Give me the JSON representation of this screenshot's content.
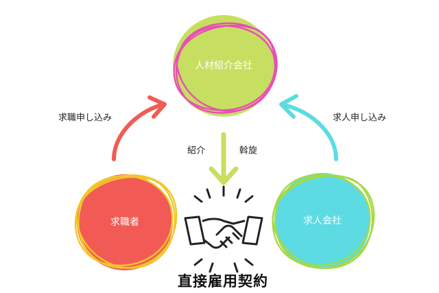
{
  "nodes": {
    "agency": {
      "label": "人材紹介会社",
      "fill": "#c6df60",
      "scribble": "#e84fb5"
    },
    "job_seeker": {
      "label": "求職者",
      "fill": "#f25b55",
      "scribble": "#f1c72a"
    },
    "company": {
      "label": "求人会社",
      "fill": "#5ddbe3",
      "scribble": "#a6d944"
    }
  },
  "edges": {
    "seeker_to_agency": {
      "label": "求職申し込み",
      "color": "#f25b55"
    },
    "company_to_agency": {
      "label": "求人申し込み",
      "color": "#5ddbe3"
    },
    "agency_down": {
      "left_label": "紹介",
      "right_label": "斡旋",
      "color": "#c6df60"
    }
  },
  "contract": {
    "label": "直接雇用契約",
    "icon": "handshake-icon"
  }
}
